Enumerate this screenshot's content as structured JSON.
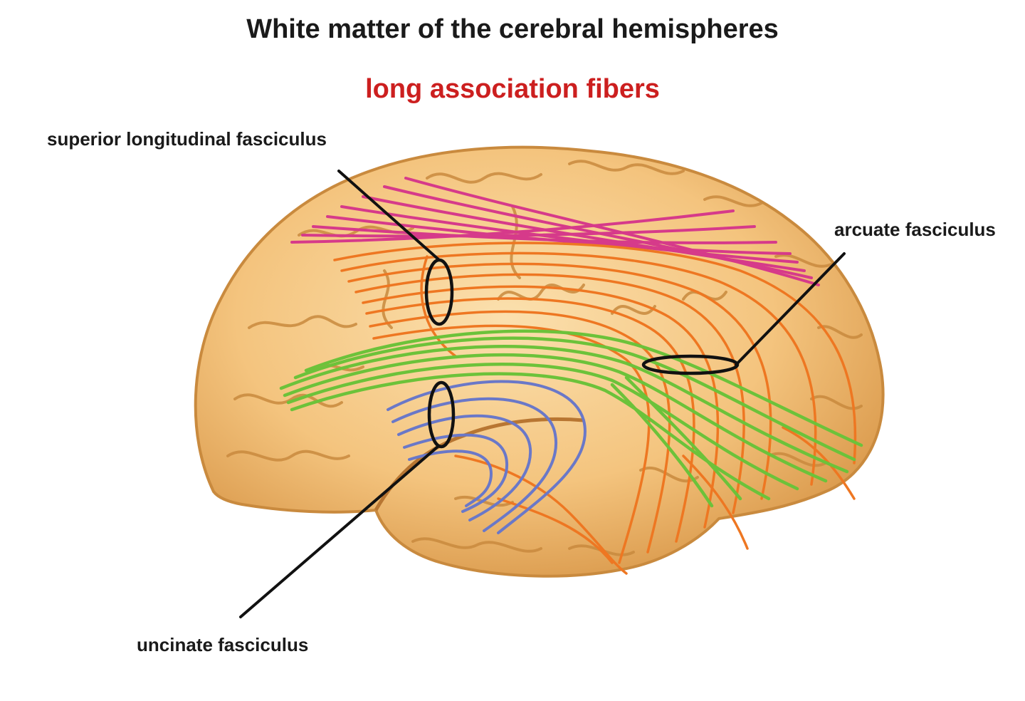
{
  "title": "White matter of the cerebral hemispheres",
  "subtitle": "long association fibers",
  "labels": {
    "superior_longitudinal": "superior longitudinal fasciculus",
    "arcuate": "arcuate fasciculus",
    "uncinate": "uncinate fasciculus"
  },
  "colors": {
    "brain_fill": "#f4c47e",
    "brain_shadow": "#d9984a",
    "sulci": "#c98a3e",
    "superior_longitudinal_fibers": "#d63a8a",
    "arcuate_fibers": "#ee7722",
    "green_fibers": "#6cc23a",
    "uncinate_fibers": "#6a78c8",
    "title_text": "#1a1a1a",
    "subtitle_text": "#cc1f1f"
  }
}
